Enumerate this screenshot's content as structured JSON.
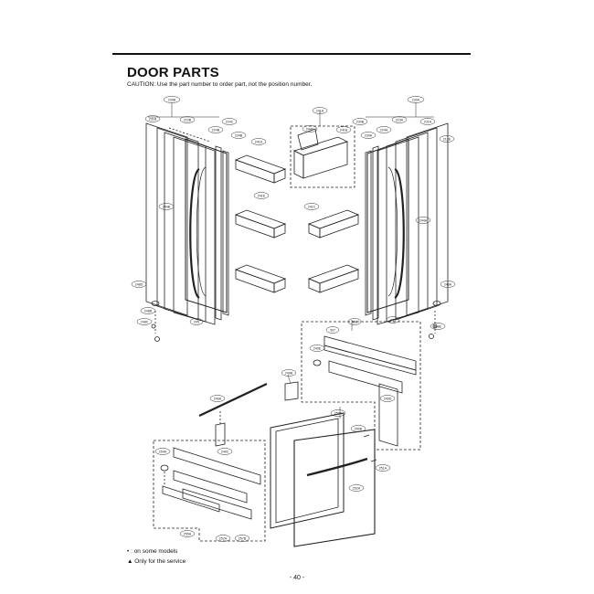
{
  "page": {
    "title": "DOOR PARTS",
    "caution": "CAUTION: Use the part number to order part, not the position number.",
    "notes": {
      "models": "• : on some models",
      "service": "▲ Only for the service"
    },
    "page_number": "- 40 -"
  },
  "callouts": [
    "230B",
    "231B",
    "223B",
    "224B",
    "224C",
    "234B",
    "241D",
    "241A",
    "244C",
    "241B",
    "241E",
    "241C",
    "230A",
    "230B",
    "223A",
    "224A",
    "231A",
    "234A",
    "213E",
    "244B",
    "244A",
    "248D",
    "248B",
    "248A",
    "205",
    "300",
    "308",
    "307",
    "248C",
    "248E",
    "249B",
    "249A",
    "249C",
    "249D",
    "249E",
    "250A",
    "250B",
    "251A",
    "252A",
    "254A",
    "255A",
    "257A",
    "257B"
  ]
}
